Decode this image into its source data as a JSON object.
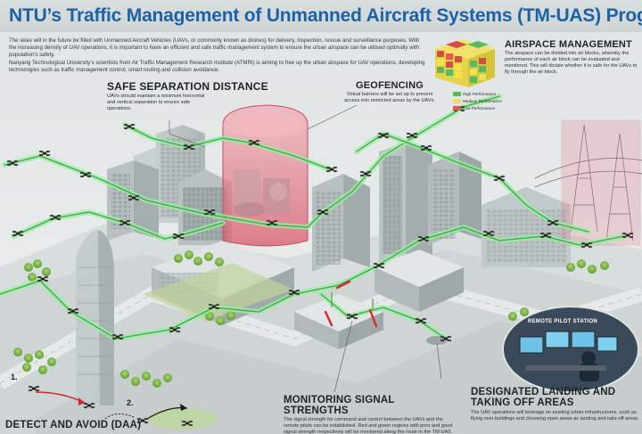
{
  "title": "NTU’s Traffic Management of Unmanned Aircraft Systems (TM-UAS) Programme",
  "intro": [
    "The skies will in the future be filled with Unmanned Aircraft Vehicles (UAVs, or commonly known as drones) for delivery, inspection, rescue and surveillance purposes. With the increasing density of UAV operations, it is important to have an efficient and safe traffic management system to ensure the urban airspace can be utilised optimally with population’s safety.",
    "Nanyang Technological University’s scientists from Air Traffic Management Research Institute (ATMRI) is aiming to free up the urban airspace for UAV operations, developing technologies such as traffic management control, smart routing and collision avoidance."
  ],
  "sections": {
    "safe_separation": {
      "title": "SAFE SEPARATION DISTANCE",
      "text": "UAVs should maintain a minimum horizontal and vertical separation to ensure safe operations."
    },
    "geofencing": {
      "title": "GEOFENCING",
      "text": "Virtual barriers will be set up to prevent access into restricted areas by the UAVs."
    },
    "airspace": {
      "title": "AIRSPACE MANAGEMENT",
      "text": "The airspace can be divided into air blocks, whereby the performance of each air block can be evaluated and monitored. This will dictate whether it is safe for the UAVs to fly through the air block.",
      "legend": [
        {
          "label": "High Performance",
          "color": "#5cb85c"
        },
        {
          "label": "Medium Performance",
          "color": "#f3e34a"
        },
        {
          "label": "Low Performance",
          "color": "#e0584e"
        }
      ]
    },
    "remote_pilot": {
      "title": "REMOTE PILOT STATION"
    },
    "monitoring": {
      "title": "MONITORING SIGNAL STRENGTHS",
      "text": "The signal strength for command and control between the UAVs and the remote pilots can be established. Red and green regions with poor and good signal strength respectively will be monitored along the route in the TM-UAS Control Station."
    },
    "landing": {
      "title_line1": "DESIGNATED LANDING AND",
      "title_line2": "TAKING OFF AREAS",
      "text": "The UAV operations will leverage on existing urban infrastructures, such as flying over buildings and choosing open areas as landing and take-off areas."
    },
    "daa": {
      "title": "DETECT AND AVOID (DAA)",
      "step1": "1.",
      "step2": "2."
    }
  },
  "colors": {
    "title_blue": "#1c62a8",
    "route_green": "#6fd86a",
    "geofence_red": "#e06a7a",
    "signal_red": "#d82a2a"
  }
}
